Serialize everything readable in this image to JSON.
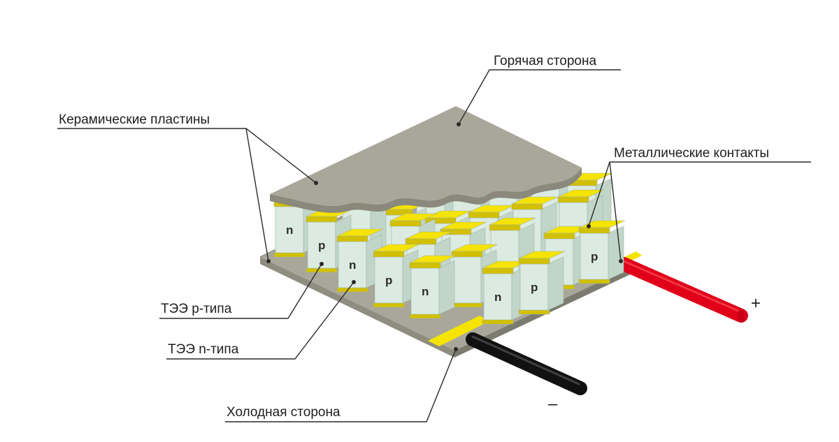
{
  "labels": {
    "hot_side": "Горячая сторона",
    "ceramic_plates": "Керамические пластины",
    "metal_contacts": "Металлические контакты",
    "p_type": "ТЭЭ p-типа",
    "n_type": "ТЭЭ n-типа",
    "cold_side": "Холодная сторона",
    "plus": "+",
    "minus": "–"
  },
  "elements": {
    "p": "p",
    "n": "n"
  },
  "colors": {
    "ceramic": "#a8a79a",
    "ceramic_dark": "#8a897c",
    "semiconductor": "#dcebe2",
    "semiconductor_side": "#c1d6c9",
    "contact": "#f5e300",
    "contact_dark": "#d2c000",
    "wire_positive": "#e0001a",
    "wire_negative": "#111111"
  }
}
